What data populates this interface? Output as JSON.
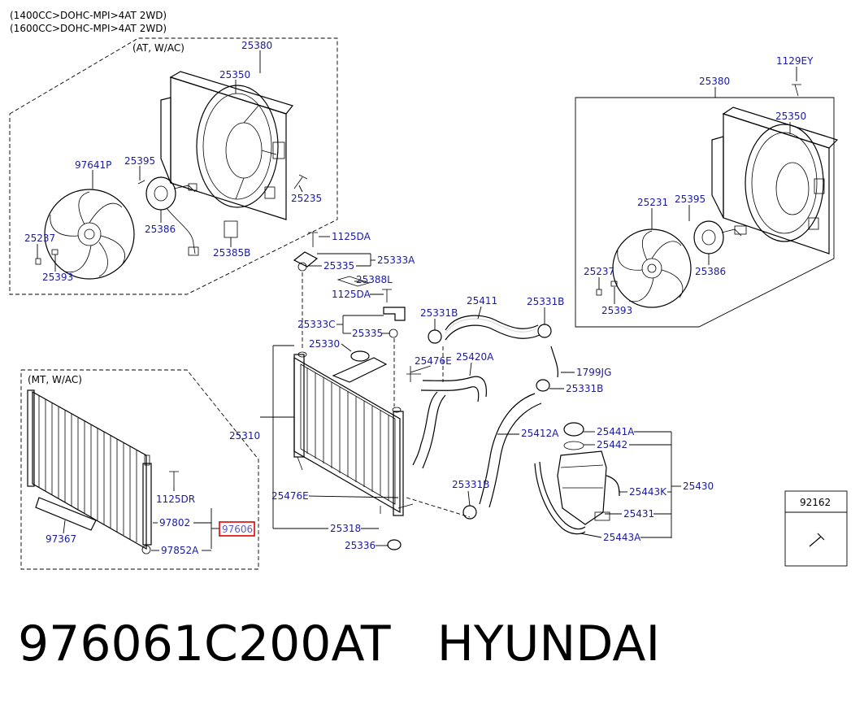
{
  "header": {
    "line1": "(1400CC>DOHC-MPI>4AT 2WD)",
    "line2": "(1600CC>DOHC-MPI>4AT 2WD)"
  },
  "boxes": {
    "at_wac": "(AT, W/AC)",
    "mt_wac": "(MT, W/AC)"
  },
  "labels": {
    "p25380a": "25380",
    "p25350a": "25350",
    "p97641p": "97641P",
    "p25395a": "25395",
    "p25235": "25235",
    "p25237a": "25237",
    "p25386a": "25386",
    "p25393a": "25393",
    "p25385b": "25385B",
    "p1129ey": "1129EY",
    "p25380b": "25380",
    "p25350b": "25350",
    "p25231": "25231",
    "p25395b": "25395",
    "p25237b": "25237",
    "p25386b": "25386",
    "p25393b": "25393",
    "p1125da1": "1125DA",
    "p25335a": "25335",
    "p25333a": "25333A",
    "p25388l": "25388L",
    "p1125da2": "1125DA",
    "p25333c": "25333C",
    "p25335b": "25335",
    "p25330": "25330",
    "p25310": "25310",
    "p25476e1": "25476E",
    "p25476e2": "25476E",
    "p25318": "25318",
    "p25336": "25336",
    "p25411": "25411",
    "p25331b1": "25331B",
    "p25331b2": "25331B",
    "p25420a": "25420A",
    "p1799jg": "1799JG",
    "p25331b3": "25331B",
    "p25412a": "25412A",
    "p25331b4": "25331B",
    "p25441a": "25441A",
    "p25442": "25442",
    "p25430": "25430",
    "p25443k": "25443K",
    "p25431": "25431",
    "p25443a": "25443A",
    "p1125dr": "1125DR",
    "p97802": "97802",
    "p97606": "97606",
    "p97852a": "97852A",
    "p97367": "97367",
    "p92162": "92162"
  },
  "footer": {
    "part_number": "976061C200AT",
    "brand": "HYUNDAI"
  },
  "colors": {
    "label_blue": "#1a1aa6",
    "highlight_red": "#e00000",
    "highlight_text": "#5a5ad0"
  }
}
